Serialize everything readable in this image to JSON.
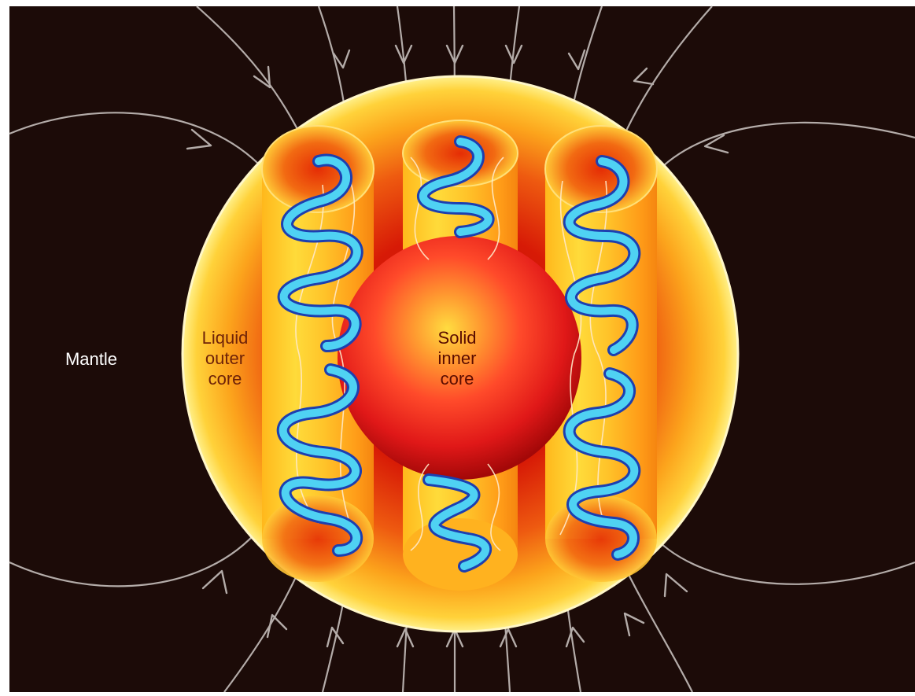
{
  "labels": {
    "mantle": "Mantle",
    "outer_core": [
      "Liquid",
      "outer",
      "core"
    ],
    "inner_core": [
      "Solid",
      "inner",
      "core"
    ]
  },
  "colors": {
    "background": "#1c0b08",
    "field_lines": "#b4aca9",
    "outer_core_label": "#6e2208",
    "inner_core_label": "#5a0c00",
    "mantle_label": "#ffffff",
    "helix_light": "#4fd2f3",
    "helix_dark": "#1d3fb0"
  },
  "icons": [
    "field-line-arrow"
  ]
}
